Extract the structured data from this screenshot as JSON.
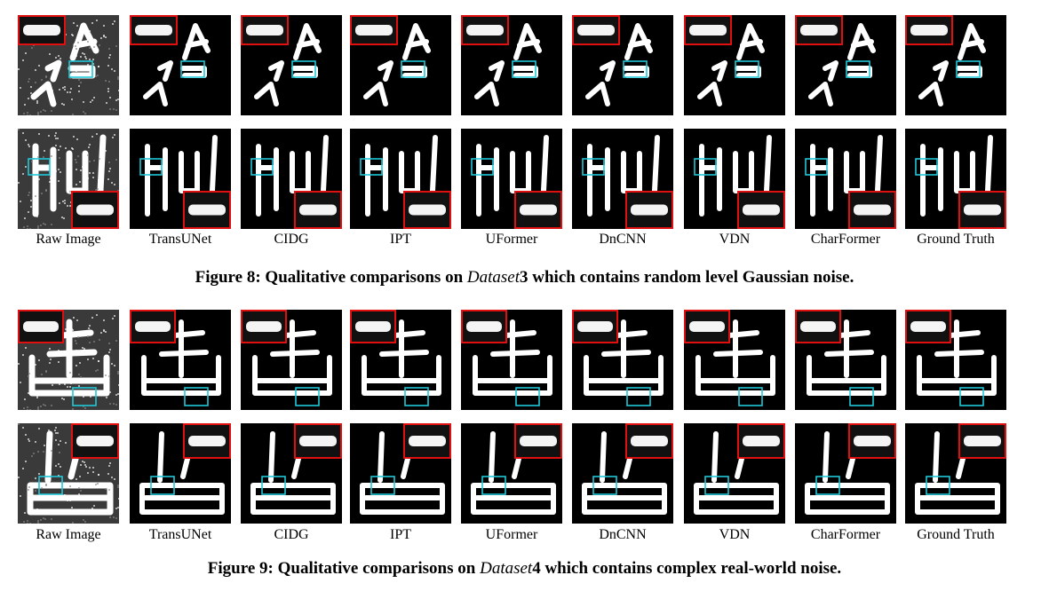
{
  "figures": [
    {
      "id": "fig8",
      "caption_prefix": "Figure 8: Qualitative comparisons on ",
      "caption_dataset": "Dataset",
      "caption_dataset_num": "3",
      "caption_suffix": " which contains random level Gaussian noise.",
      "method_labels": [
        "Raw Image",
        "TransUNet",
        "CIDG",
        "IPT",
        "UFormer",
        "DnCNN",
        "VDN",
        "CharFormer",
        "Ground Truth"
      ]
    },
    {
      "id": "fig9",
      "caption_prefix": "Figure 9: Qualitative comparisons on ",
      "caption_dataset": "Dataset",
      "caption_dataset_num": "4",
      "caption_suffix": " which contains complex real-world noise.",
      "method_labels": [
        "Raw Image",
        "TransUNet",
        "CIDG",
        "IPT",
        "UFormer",
        "DnCNN",
        "VDN",
        "CharFormer",
        "Ground Truth"
      ]
    }
  ],
  "colors": {
    "zoom_box_outer": "#e01010",
    "zoom_box_inner": "#20c8d8",
    "background": "#000000",
    "glyph": "#ffffff"
  }
}
